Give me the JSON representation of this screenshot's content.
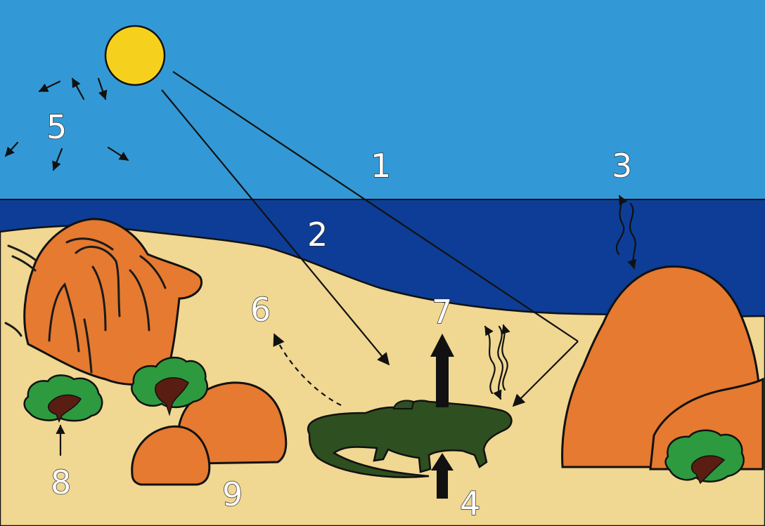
{
  "labels": {
    "n1": "1",
    "n2": "2",
    "n3": "3",
    "n4": "4",
    "n5": "5",
    "n6": "6",
    "n7": "7",
    "n8": "8",
    "n9": "9"
  },
  "colors": {
    "sky": "#3399d6",
    "sea": "#0d3d96",
    "sand": "#f0d792",
    "rock": "#e57a30",
    "sun": "#f5d11e",
    "lizard": "#2e4f1f",
    "bush": "#2d9a3f",
    "bush_dark": "#5a1d12"
  }
}
